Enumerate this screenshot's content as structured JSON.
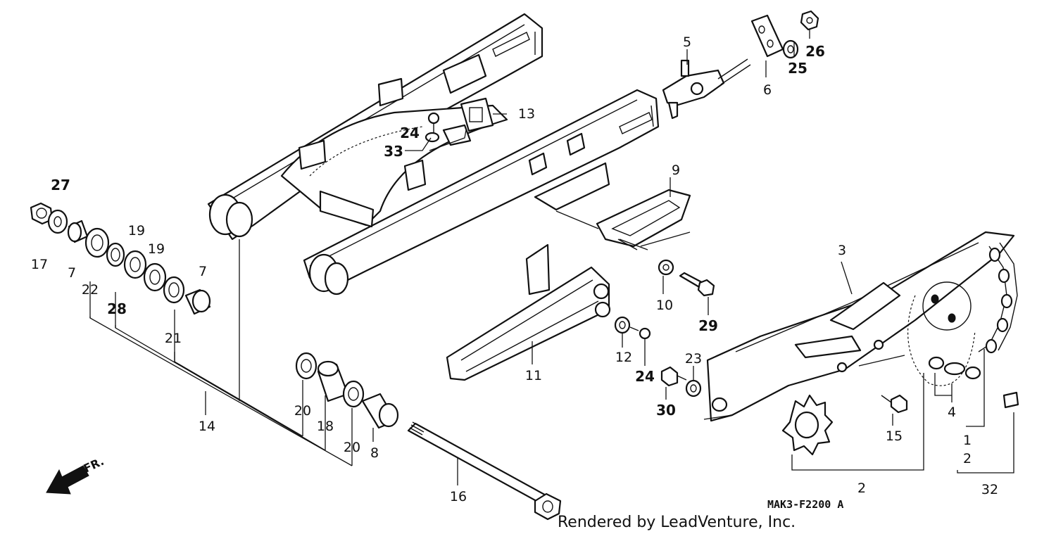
{
  "diagram": {
    "callouts": [
      {
        "id": "c5",
        "text": "5",
        "bold": false
      },
      {
        "id": "c6",
        "text": "6",
        "bold": false
      },
      {
        "id": "c25",
        "text": "25",
        "bold": true
      },
      {
        "id": "c26",
        "text": "26",
        "bold": true
      },
      {
        "id": "c13",
        "text": "13",
        "bold": false
      },
      {
        "id": "c24a",
        "text": "24",
        "bold": true
      },
      {
        "id": "c33",
        "text": "33",
        "bold": true
      },
      {
        "id": "c27",
        "text": "27",
        "bold": true
      },
      {
        "id": "c17",
        "text": "17",
        "bold": false
      },
      {
        "id": "c7a",
        "text": "7",
        "bold": false
      },
      {
        "id": "c19a",
        "text": "19",
        "bold": false
      },
      {
        "id": "c19b",
        "text": "19",
        "bold": false
      },
      {
        "id": "c7b",
        "text": "7",
        "bold": false
      },
      {
        "id": "c22",
        "text": "22",
        "bold": false
      },
      {
        "id": "c28",
        "text": "28",
        "bold": true
      },
      {
        "id": "c21",
        "text": "21",
        "bold": false
      },
      {
        "id": "c14",
        "text": "14",
        "bold": false
      },
      {
        "id": "c9",
        "text": "9",
        "bold": false
      },
      {
        "id": "c10",
        "text": "10",
        "bold": false
      },
      {
        "id": "c29",
        "text": "29",
        "bold": true
      },
      {
        "id": "c11",
        "text": "11",
        "bold": false
      },
      {
        "id": "c12",
        "text": "12",
        "bold": false
      },
      {
        "id": "c24b",
        "text": "24",
        "bold": true
      },
      {
        "id": "c23",
        "text": "23",
        "bold": false
      },
      {
        "id": "c30",
        "text": "30",
        "bold": true
      },
      {
        "id": "c3",
        "text": "3",
        "bold": false
      },
      {
        "id": "c15",
        "text": "15",
        "bold": false
      },
      {
        "id": "c4",
        "text": "4",
        "bold": false
      },
      {
        "id": "c1",
        "text": "1",
        "bold": false
      },
      {
        "id": "c2a",
        "text": "2",
        "bold": false
      },
      {
        "id": "c2b",
        "text": "2",
        "bold": false
      },
      {
        "id": "c32",
        "text": "32",
        "bold": false
      },
      {
        "id": "c20a",
        "text": "20",
        "bold": false
      },
      {
        "id": "c18",
        "text": "18",
        "bold": false
      },
      {
        "id": "c20b",
        "text": "20",
        "bold": false
      },
      {
        "id": "c8",
        "text": "8",
        "bold": false
      },
      {
        "id": "c16",
        "text": "16",
        "bold": false
      }
    ],
    "direction_label": "FR.",
    "diagram_code": "MAK3-F2200 A",
    "credit": "Rendered by LeadVenture, Inc."
  }
}
